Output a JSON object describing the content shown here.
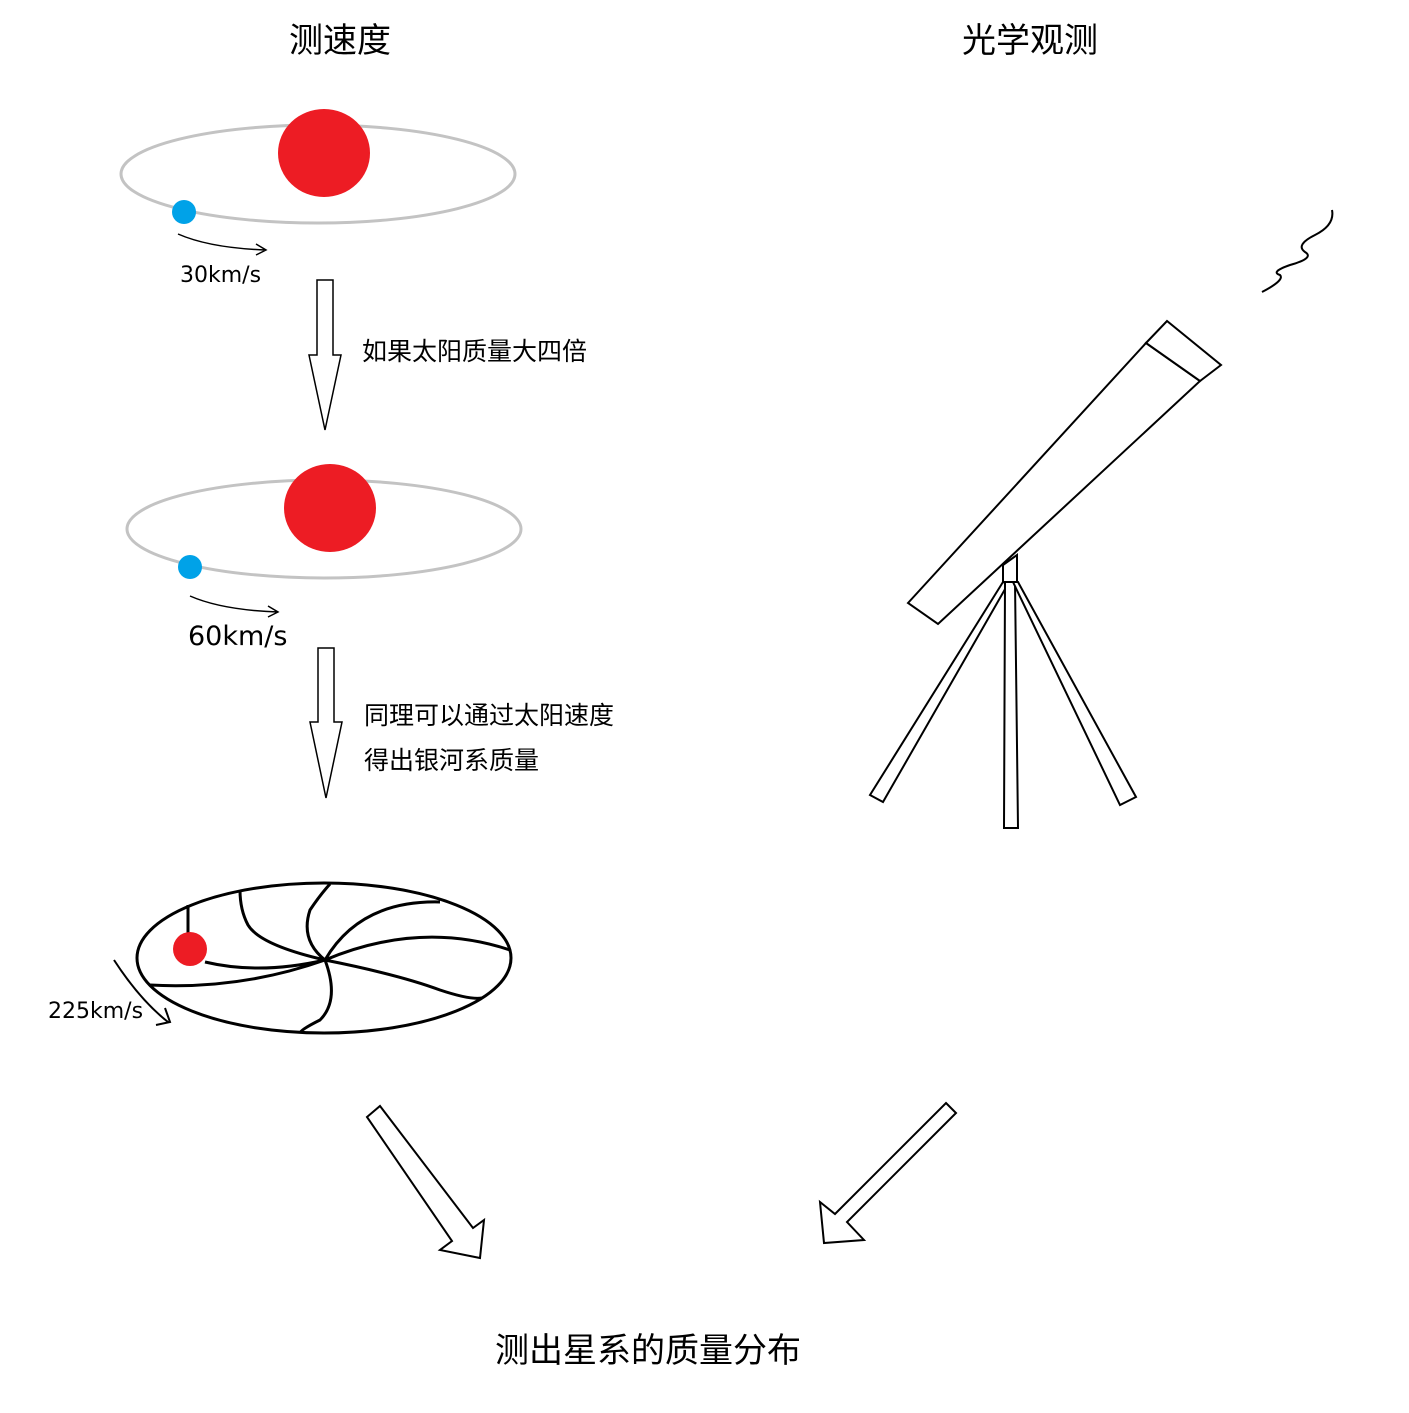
{
  "titles": {
    "left": "测速度",
    "right": "光学观测",
    "bottom": "测出星系的质量分布"
  },
  "labels": {
    "speed1": "30km/s",
    "speed2": "60km/s",
    "speed3": "225km/s",
    "step1": "如果太阳质量大四倍",
    "step2_line1": "同理可以通过太阳速度",
    "step2_line2": "得出银河系质量"
  },
  "colors": {
    "sun": "#ed1c24",
    "planet": "#00a2e8",
    "orbit": "#c3c3c3",
    "line": "#000000"
  }
}
